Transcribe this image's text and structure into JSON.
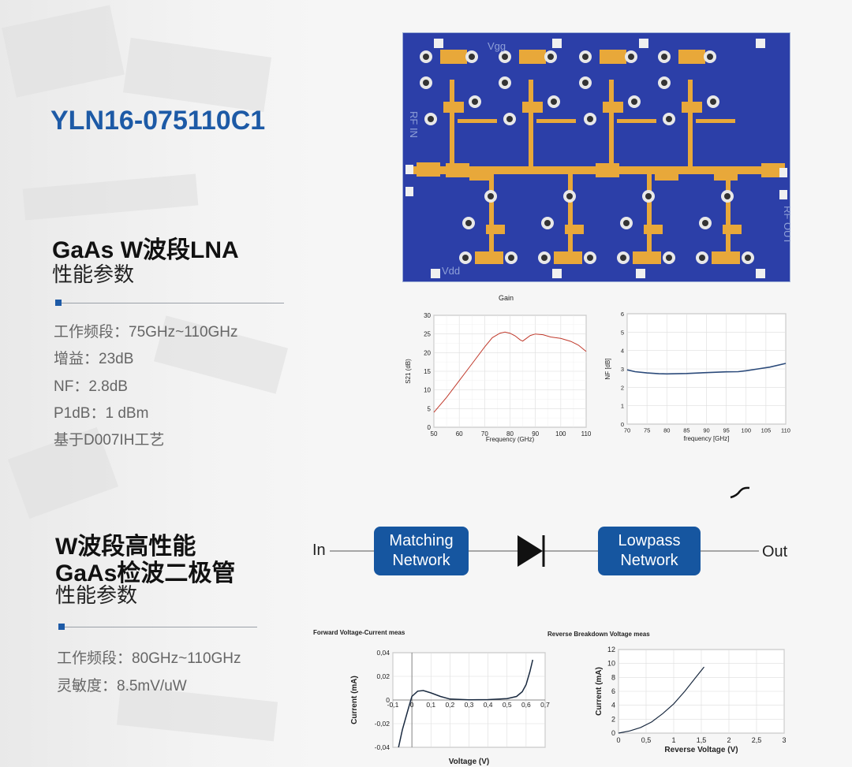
{
  "product_title": "YLN16-075110C1",
  "lna": {
    "heading": "GaAs W波段LNA",
    "subheading": "性能参数",
    "specs": [
      "工作频段：75GHz~110GHz",
      "增益：23dB",
      "NF：2.8dB",
      "P1dB：1 dBm",
      "基于D007IH工艺"
    ]
  },
  "detector": {
    "heading_line1": "W波段高性能",
    "heading_line2": "GaAs检波二极管",
    "subheading": "性能参数",
    "specs": [
      "工作频段：80GHz~110GHz",
      "灵敏度：8.5mV/uW"
    ]
  },
  "layout_photo": {
    "labels": {
      "vgg": "Vgg",
      "vdd": "Vdd",
      "rf_in": "RF IN",
      "rf_out": "RF OUT"
    },
    "colors": {
      "substrate": "#2c3fa8",
      "metal": "#e8a83a"
    }
  },
  "block_diagram": {
    "input": "In",
    "output": "Out",
    "block1": "Matching Network",
    "block2": "Lowpass Network",
    "block_color": "#1656a0"
  },
  "chart_data": [
    {
      "type": "line",
      "title": "Gain",
      "xlabel": "Frequency (GHz)",
      "ylabel": "S21 (dB)",
      "xlim": [
        50,
        110
      ],
      "ylim": [
        0,
        30
      ],
      "xticks": [
        "50",
        "60",
        "70",
        "80",
        "90",
        "100",
        "110"
      ],
      "yticks": [
        "0",
        "5",
        "10",
        "15",
        "20",
        "25",
        "30"
      ],
      "grid": true,
      "color": "#c0392b",
      "x": [
        50,
        55,
        60,
        65,
        70,
        73,
        76,
        78,
        80,
        82,
        84,
        85,
        86,
        88,
        90,
        93,
        96,
        100,
        104,
        107,
        110
      ],
      "y": [
        4,
        8,
        12.5,
        17,
        21.5,
        24,
        25.2,
        25.5,
        25.2,
        24.5,
        23.4,
        23.1,
        23.6,
        24.6,
        25,
        24.8,
        24.2,
        23.8,
        23,
        22,
        20.3
      ]
    },
    {
      "type": "line",
      "title": "",
      "xlabel": "frequency [GHz]",
      "ylabel": "NF [dB]",
      "xlim": [
        70,
        110
      ],
      "ylim": [
        0,
        6
      ],
      "xticks": [
        "70",
        "75",
        "80",
        "85",
        "90",
        "95",
        "100",
        "105",
        "110"
      ],
      "yticks": [
        "0",
        "1",
        "2",
        "3",
        "4",
        "5",
        "6"
      ],
      "grid": true,
      "color": "#2b4a7a",
      "x": [
        70,
        72,
        75,
        78,
        80,
        85,
        90,
        95,
        98,
        100,
        103,
        106,
        110
      ],
      "y": [
        2.95,
        2.85,
        2.78,
        2.74,
        2.73,
        2.75,
        2.8,
        2.84,
        2.85,
        2.9,
        3.0,
        3.1,
        3.3
      ]
    },
    {
      "type": "line",
      "title": "Forward Voltage-Current meas",
      "xlabel": "Voltage (V)",
      "ylabel": "Current (mA)",
      "xlim": [
        -0.1,
        0.7
      ],
      "ylim": [
        -0.04,
        0.04
      ],
      "xticks": [
        "-0,1",
        "0",
        "0,1",
        "0,2",
        "0,3",
        "0,4",
        "0,5",
        "0,6",
        "0,7"
      ],
      "yticks": [
        "-0,04",
        "-0,02",
        "0",
        "0,02",
        "0,04"
      ],
      "grid": true,
      "color": "#1a2a40",
      "x": [
        -0.07,
        -0.05,
        -0.02,
        0.0,
        0.03,
        0.06,
        0.1,
        0.15,
        0.2,
        0.3,
        0.4,
        0.5,
        0.55,
        0.58,
        0.6,
        0.62,
        0.635
      ],
      "y": [
        -0.04,
        -0.025,
        -0.008,
        0.003,
        0.0075,
        0.008,
        0.006,
        0.003,
        0.0008,
        0.0002,
        0.0003,
        0.0012,
        0.003,
        0.007,
        0.013,
        0.024,
        0.034
      ]
    },
    {
      "type": "line",
      "title": "Reverse Breakdown Voltage meas",
      "xlabel": "Reverse Voltage (V)",
      "ylabel": "Current (mA)",
      "xlim": [
        0,
        3
      ],
      "ylim": [
        0,
        12
      ],
      "xticks": [
        "0",
        "0,5",
        "1",
        "1,5",
        "2",
        "2,5",
        "3"
      ],
      "yticks": [
        "0",
        "2",
        "4",
        "6",
        "8",
        "10",
        "12"
      ],
      "grid": true,
      "color": "#1a2a40",
      "x": [
        0,
        0.2,
        0.4,
        0.6,
        0.8,
        1.0,
        1.2,
        1.4,
        1.55
      ],
      "y": [
        0,
        0.3,
        0.8,
        1.6,
        2.8,
        4.2,
        6.0,
        8.0,
        9.5
      ]
    }
  ]
}
